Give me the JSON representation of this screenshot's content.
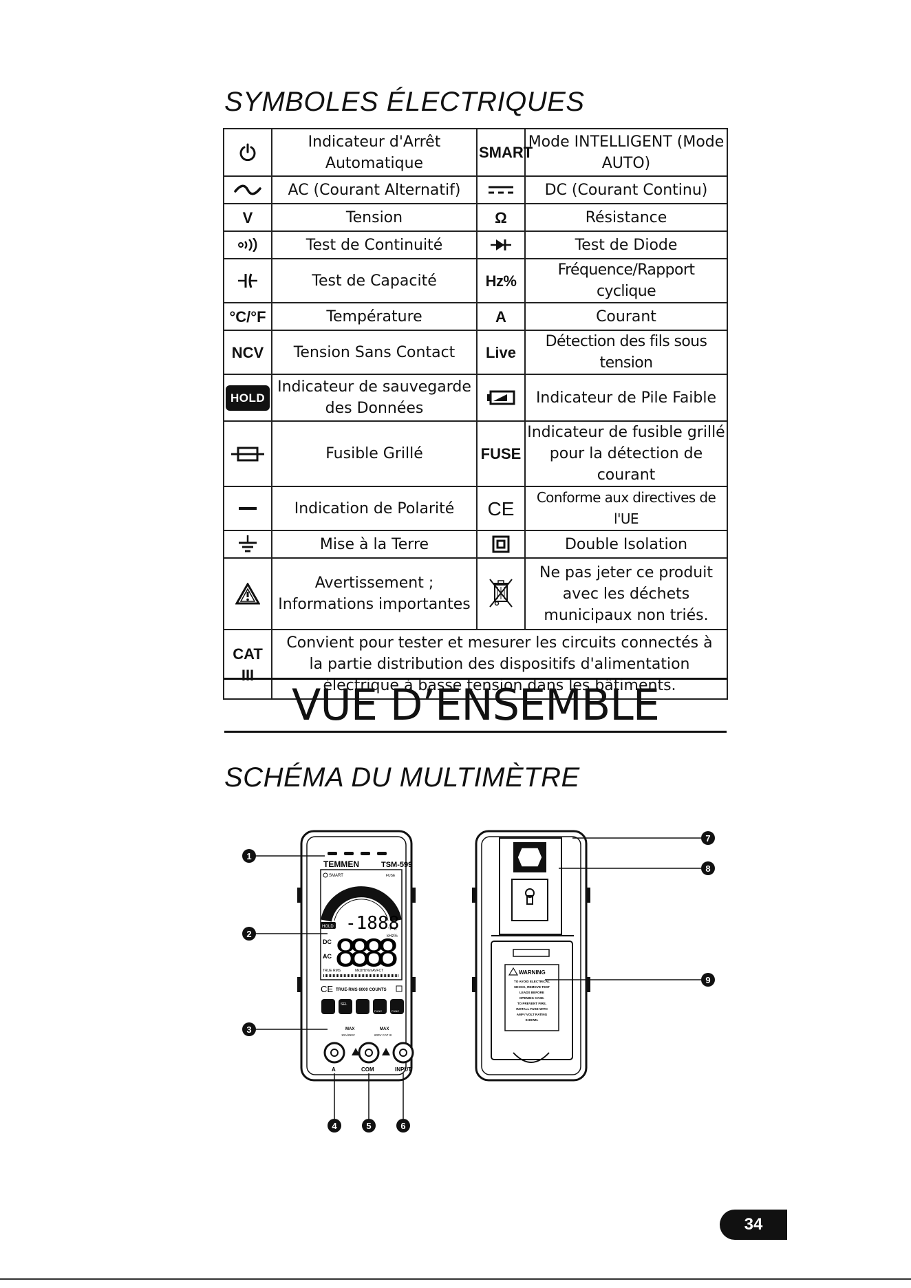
{
  "section_symbols_title": "SYMBOLES ÉLECTRIQUES",
  "symbols": [
    {
      "icon_left": "power-off-icon",
      "label_left": "Indicateur d'Arrêt Automatique",
      "icon_right_text": "SMART",
      "label_right": "Mode INTELLIGENT (Mode AUTO)"
    },
    {
      "icon_left": "ac-wave-icon",
      "label_left": "AC (Courant Alternatif)",
      "icon_right": "dc-icon",
      "label_right": "DC (Courant Continu)"
    },
    {
      "icon_left_text": "V",
      "label_left": "Tension",
      "icon_right_text": "Ω",
      "label_right": "Résistance"
    },
    {
      "icon_left": "continuity-icon",
      "label_left": "Test de Continuité",
      "icon_right": "diode-icon",
      "label_right": "Test de Diode"
    },
    {
      "icon_left": "capacitor-icon",
      "label_left": "Test de Capacité",
      "icon_right_text": "Hz%",
      "label_right": "Fréquence/Rapport cyclique"
    },
    {
      "icon_left_text": "°C/°F",
      "label_left": "Température",
      "icon_right_text": "A",
      "label_right": "Courant"
    },
    {
      "icon_left_text": "NCV",
      "label_left": "Tension Sans Contact",
      "icon_right_text": "Live",
      "label_right": "Détection des fils sous tension"
    },
    {
      "icon_left_text": "HOLD",
      "label_left": "Indicateur de sauvegarde des Données",
      "icon_right": "low-battery-icon",
      "label_right": "Indicateur de Pile Faible"
    },
    {
      "icon_left": "blown-fuse-icon",
      "label_left": "Fusible Grillé",
      "icon_right_text": "FUSE",
      "label_right": "Indicateur de fusible grillé pour la détection de courant"
    },
    {
      "icon_left": "polarity-icon",
      "label_left": "Indication de Polarité",
      "icon_right_text": "CE",
      "label_right": "Conforme aux directives de l'UE"
    },
    {
      "icon_left": "ground-icon",
      "label_left": "Mise à la Terre",
      "icon_right": "double-insulation-icon",
      "label_right": "Double Isolation"
    },
    {
      "icon_left": "warning-icon",
      "label_left": "Avertissement ; Informations importantes",
      "icon_right": "weee-bin-icon",
      "label_right": "Ne pas jeter ce produit avec les déchets municipaux non triés."
    }
  ],
  "cat_row": {
    "icon_text": "CAT III",
    "label": "Convient pour tester et mesurer les circuits connectés à la partie distribution des dispositifs d'alimentation électrique à basse tension dans les bâtiments."
  },
  "overview_title": "VUE D’ENSEMBLE",
  "diagram_title": "SCHÉMA DU MULTIMÈTRE",
  "diagram": {
    "brand": "TEMMEN",
    "model": "TSM-599",
    "smart": "SMART",
    "fuse": "FUSE",
    "lcd_top": "-1888",
    "lcd_main": "8888",
    "hold": "HOLD",
    "dc": "DC",
    "ac": "AC",
    "unit_c": "°F°C",
    "unit_khz": "kHz%",
    "true_rms_lcd": "TRUE RMS",
    "units_row": "MkΩHz%mAVFCT",
    "ce": "CE",
    "true_rms_label": "TRUE-RMS  6000 COUNTS",
    "btn_sel": "SEL",
    "btn_func": "FUNC",
    "max1": "MAX",
    "max1_sub": "10A/250V",
    "max2": "MAX",
    "max2_sub": "600V CAT III",
    "jack_a": "A",
    "jack_com": "COM",
    "jack_input": "INPUT",
    "warning_title": "WARNING",
    "warning_lines": [
      "TO AVOID ELECTRICAL",
      "SHOCK, REMOVE TEST",
      "LEADS BEFORE",
      "OPENING CASE.",
      "TO PREVENT FIRE,",
      "INSTALL FUSE WITH",
      "AMP / VOLT RATING",
      "SHOWN."
    ],
    "callouts": [
      "1",
      "2",
      "3",
      "4",
      "5",
      "6",
      "7",
      "8",
      "9"
    ]
  },
  "page_number": "34"
}
